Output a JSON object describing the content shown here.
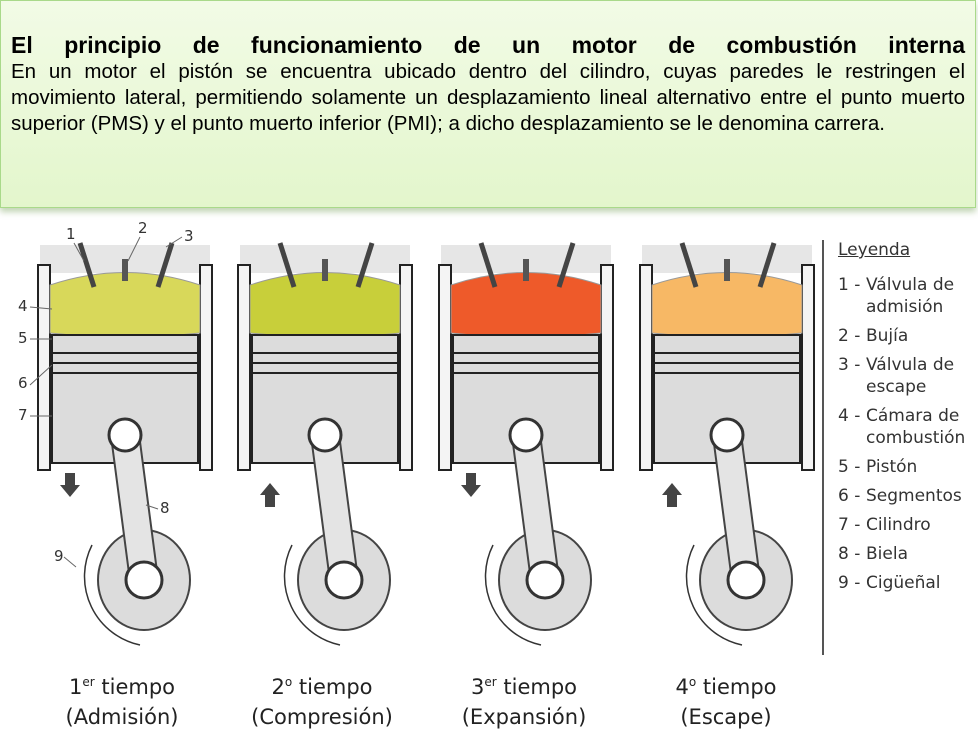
{
  "header": {
    "title": "El principio de funcionamiento de un motor de combustión interna",
    "body": "En un motor el pistón se encuentra ubicado dentro del cilindro, cuyas paredes le restringen el movimiento lateral, permitiendo solamente un desplazamiento lineal alternativo entre el punto muerto superior (PMS) y el punto muerto inferior (PMI); a dicho desplazamiento se le denomina carrera."
  },
  "part_numbers": [
    "1",
    "2",
    "3",
    "4",
    "5",
    "6",
    "7",
    "8",
    "9"
  ],
  "strokes": [
    {
      "number": "1",
      "sup": "er",
      "word": "tiempo",
      "name": "(Admisión)",
      "chamber_color": "#d8d85a",
      "arrow": "down"
    },
    {
      "number": "2",
      "sup": "o",
      "word": "tiempo",
      "name": "(Compresión)",
      "chamber_color": "#c8cf3a",
      "arrow": "up"
    },
    {
      "number": "3",
      "sup": "er",
      "word": "tiempo",
      "name": "(Expansión)",
      "chamber_color": "#ee5a2a",
      "arrow": "down"
    },
    {
      "number": "4",
      "sup": "o",
      "word": "tiempo",
      "name": "(Escape)",
      "chamber_color": "#f7b865",
      "arrow": "up"
    }
  ],
  "legend": {
    "title": "Leyenda",
    "items": [
      {
        "num": "1 -",
        "label": "Válvula de admisión"
      },
      {
        "num": "2 -",
        "label": "Bujía"
      },
      {
        "num": "3 -",
        "label": "Válvula de escape"
      },
      {
        "num": "4 -",
        "label": "Cámara de combustión"
      },
      {
        "num": "5 -",
        "label": "Pistón"
      },
      {
        "num": "6 -",
        "label": "Segmentos"
      },
      {
        "num": "7 -",
        "label": "Cilindro"
      },
      {
        "num": "8 -",
        "label": "Biela"
      },
      {
        "num": "9 -",
        "label": "Cigüeñal"
      }
    ]
  }
}
